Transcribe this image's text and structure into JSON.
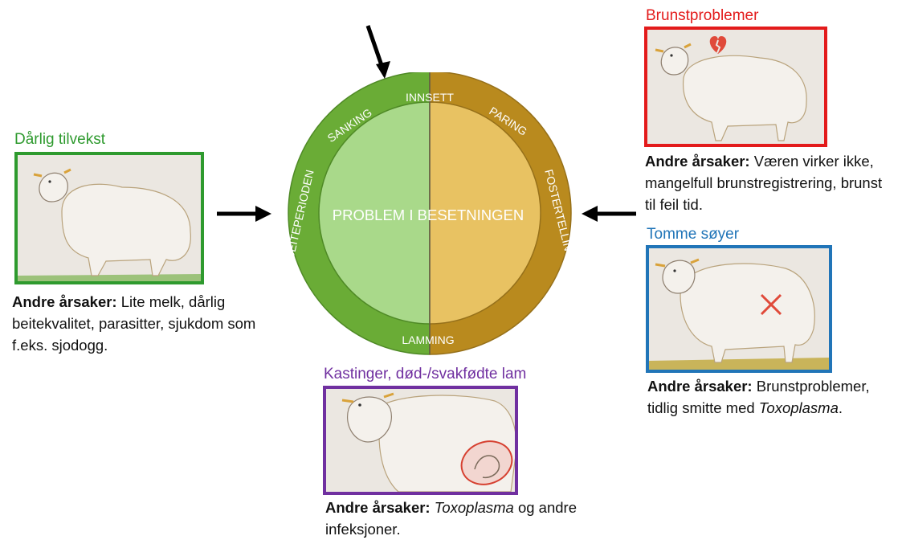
{
  "colors": {
    "green": "#2e9a2e",
    "red": "#e31b1b",
    "blue": "#2175b8",
    "purple": "#7030a0",
    "ring_green": "#6aac36",
    "ring_gold": "#b98a1e",
    "inner_green": "#a9d98a",
    "inner_gold": "#e8c262"
  },
  "center": {
    "label": "PROBLEM I BESETNINGEN",
    "ring_labels": {
      "innsett": "INNSETT",
      "paring": "PARING",
      "fostertelling": "FOSTERTELLING",
      "lamming": "LAMMING",
      "beiteperioden": "BEITEPERIODEN",
      "sanking": "SANKING"
    }
  },
  "panels": {
    "growth": {
      "title": "Dårlig tilvekst",
      "cause_label": "Andre årsaker:",
      "cause_text": " Lite melk, dårlig beitekvalitet, parasitter, sjukdom som f.eks. sjodogg."
    },
    "heat": {
      "title": "Brunstproblemer",
      "cause_label": "Andre årsaker:",
      "cause_text": " Væren virker ikke, mangelfull brunstregistrering, brunst til feil tid."
    },
    "empty": {
      "title": "Tomme søyer",
      "cause_label": "Andre årsaker:",
      "cause_pre": " Brunstproblemer, tidlig smitte med ",
      "cause_italic": "Toxoplasma",
      "cause_post": "."
    },
    "abortion": {
      "title": "Kastinger, død-/svakfødte lam",
      "cause_label": "Andre årsaker:",
      "cause_italic": "Toxoplasma",
      "cause_post": " og andre infeksjoner."
    }
  },
  "icons": {
    "arrows": "arrow-icon",
    "heart": "broken-heart-icon",
    "cross": "cross-icon",
    "sheep": "sheep-drawing"
  }
}
